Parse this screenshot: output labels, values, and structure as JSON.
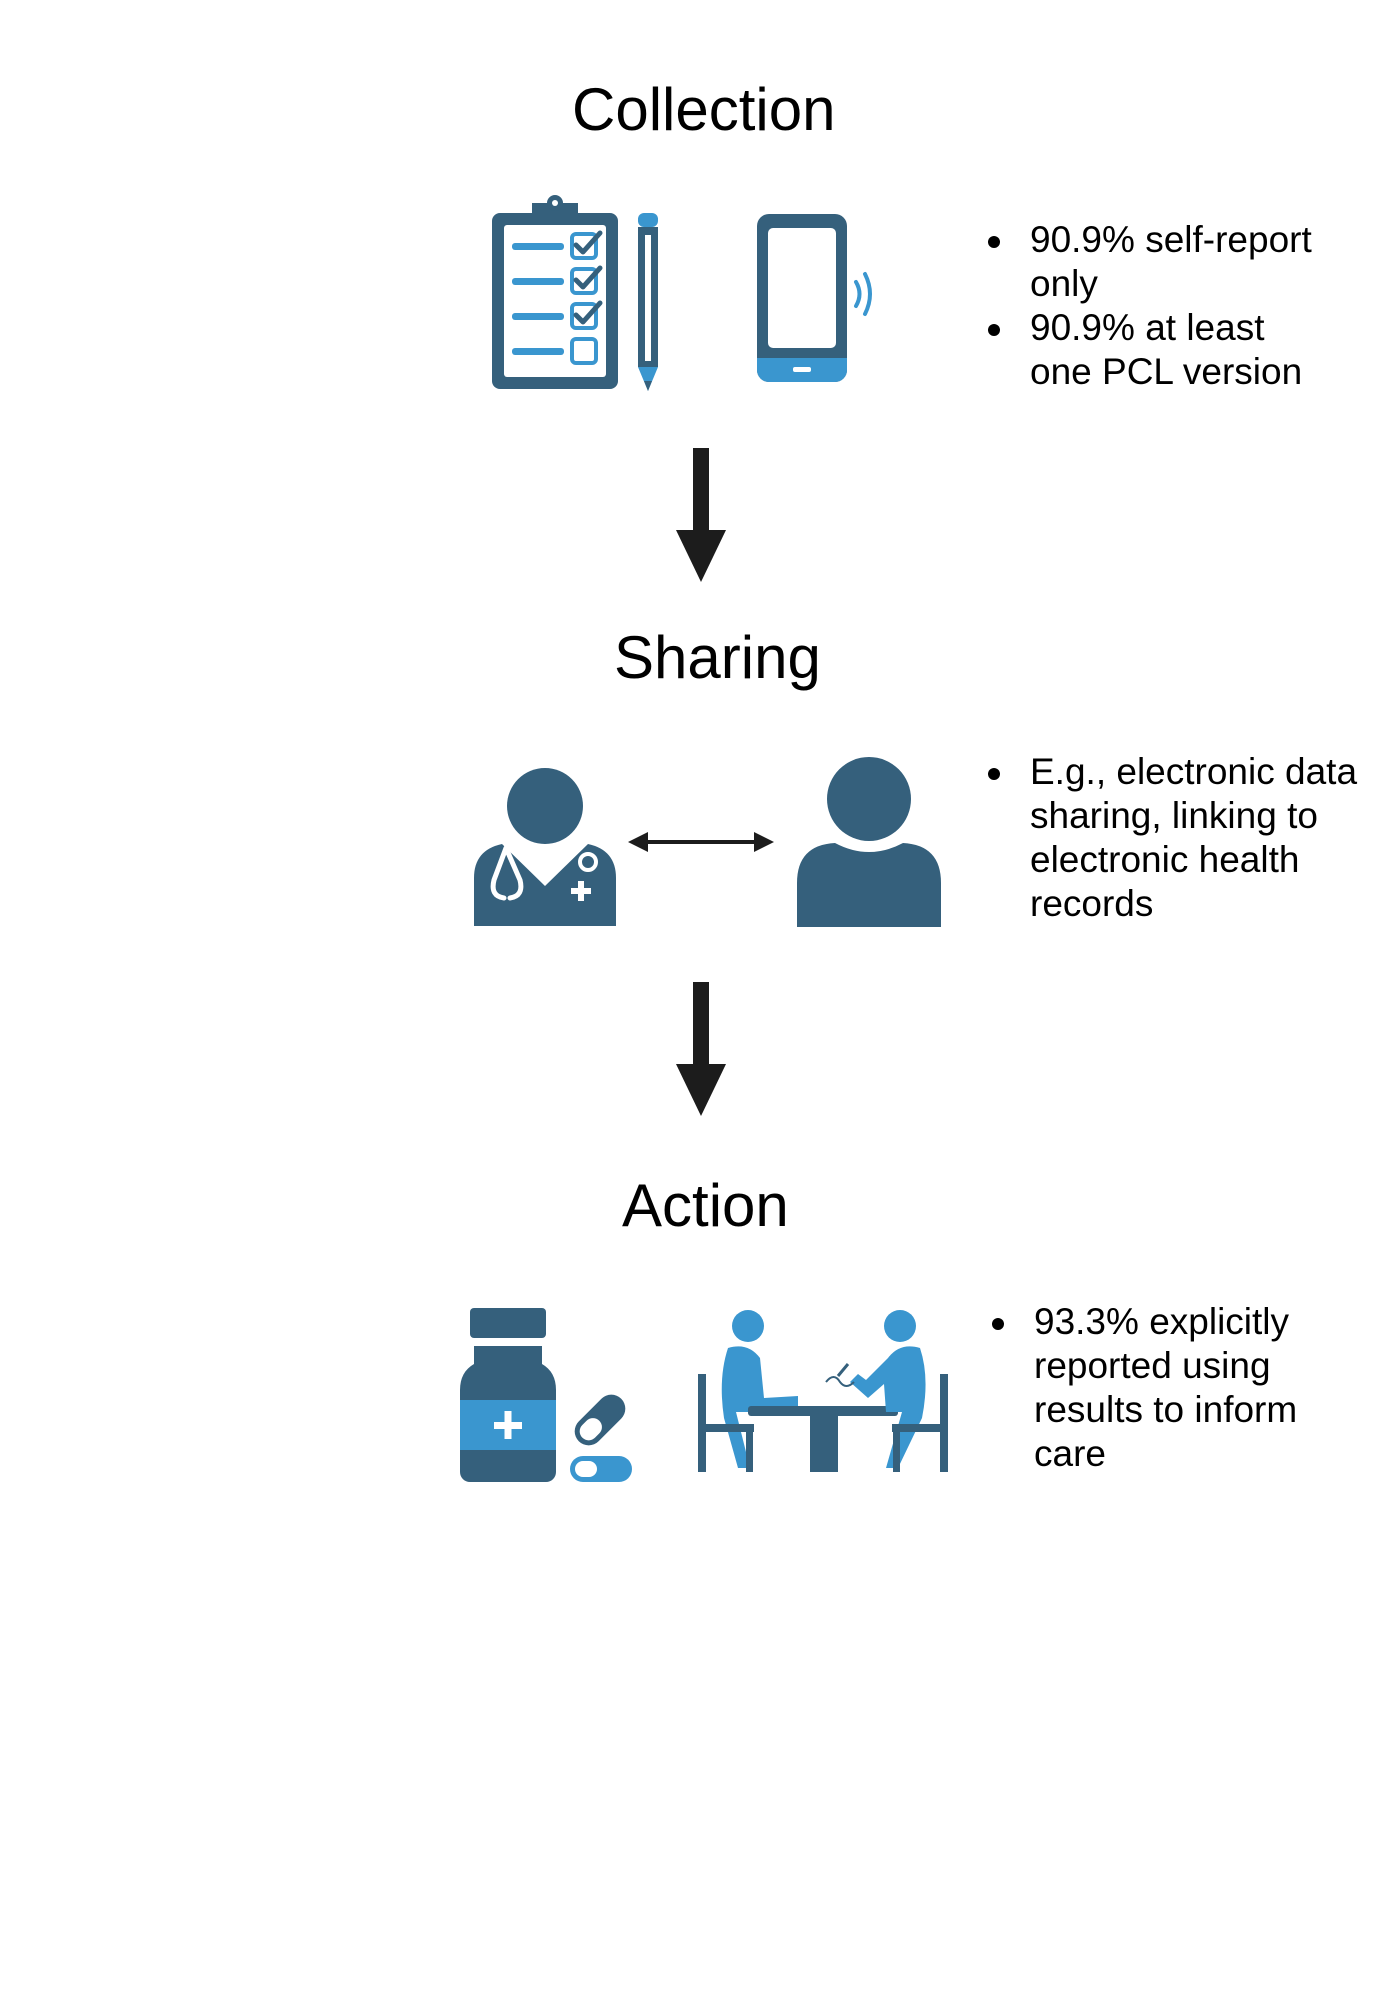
{
  "colors": {
    "dark_blue": "#35607c",
    "light_blue": "#3a96cf",
    "arrow": "#1c1c1c",
    "text": "#000000"
  },
  "stages": {
    "collection": {
      "title": "Collection",
      "icons": [
        "clipboard-checklist-icon",
        "pencil-icon",
        "smartphone-icon"
      ],
      "bullets": [
        "90.9% self-report only",
        "90.9% at least one PCL version"
      ]
    },
    "sharing": {
      "title": "Sharing",
      "icons": [
        "doctor-icon",
        "double-arrow-icon",
        "patient-icon"
      ],
      "bullets": [
        "E.g., electronic data sharing, linking to electronic health records"
      ]
    },
    "action": {
      "title": "Action",
      "icons": [
        "medicine-bottle-icon",
        "pill-capsule-icon",
        "consultation-icon"
      ],
      "bullets": [
        "93.3% explicitly reported using results to inform care"
      ]
    }
  }
}
